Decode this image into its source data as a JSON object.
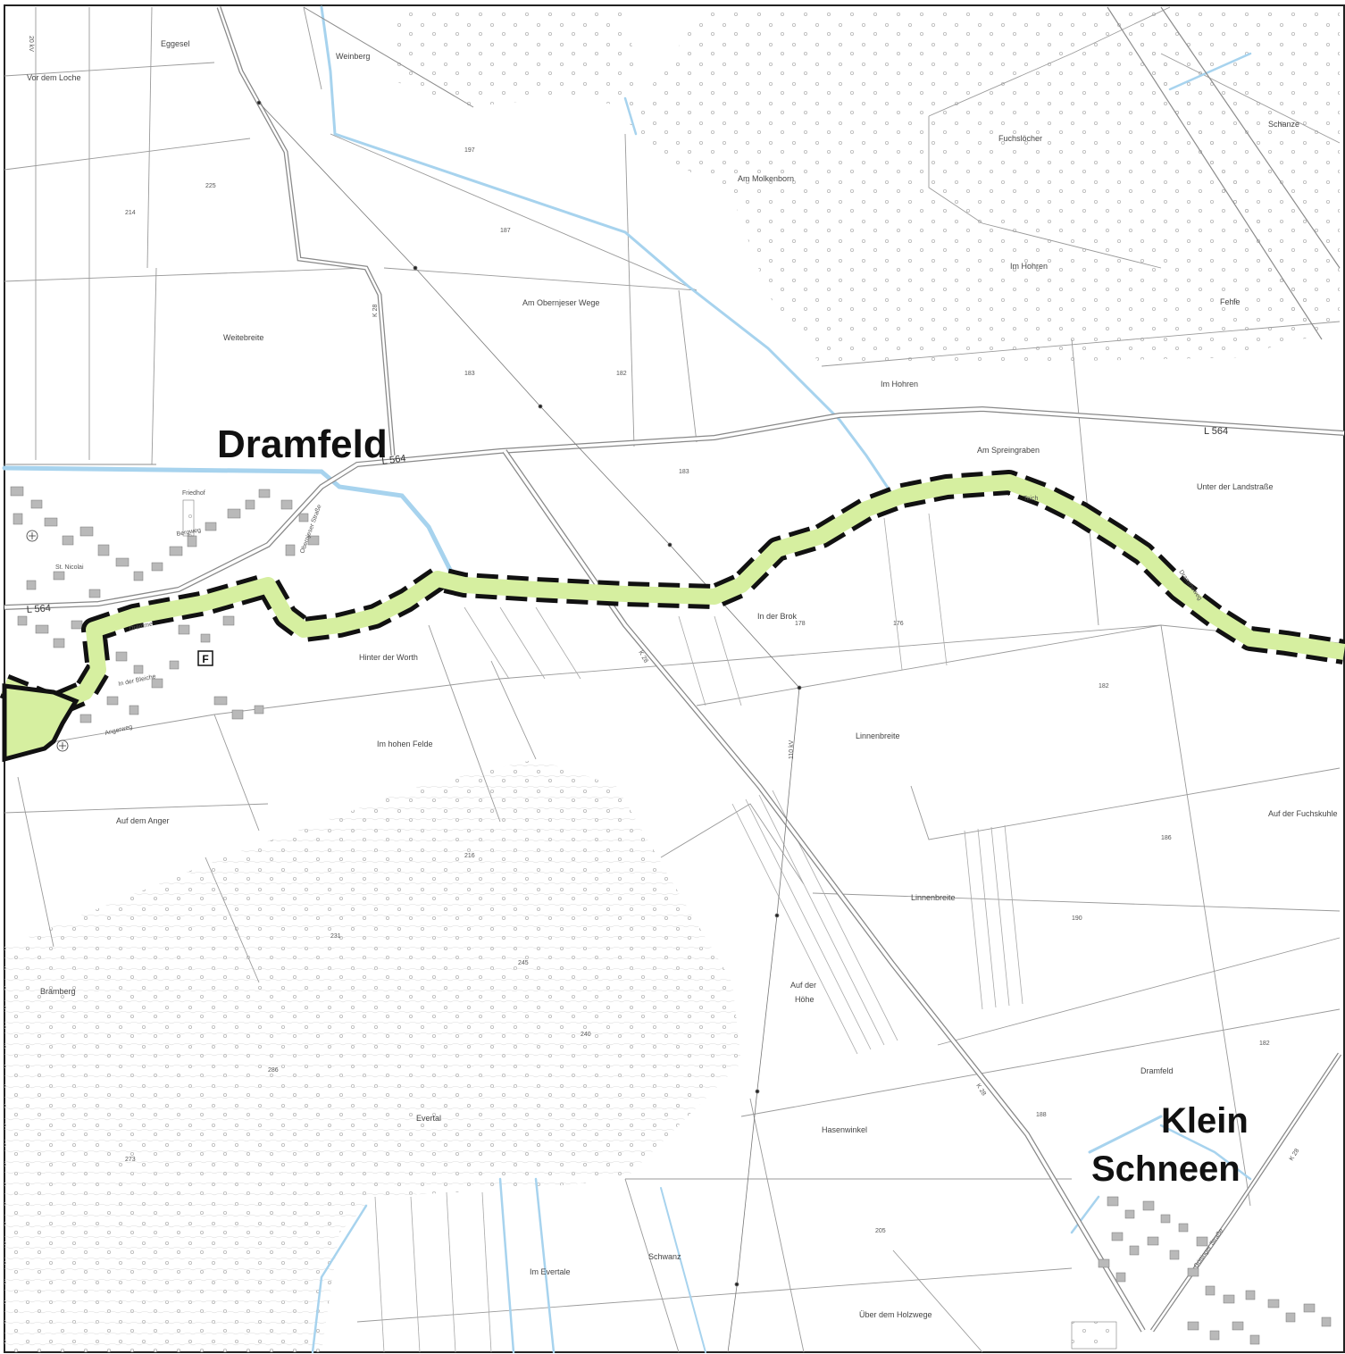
{
  "towns": {
    "dramfeld": "Dramfeld",
    "klein": "Klein",
    "schneen": "Schneen"
  },
  "roads": {
    "l564_east": "L 564",
    "l564_west": "L 564",
    "l564_town": "L 564",
    "k28_mid": "K 28",
    "k28_south": "K 28",
    "k28_north": "K 28",
    "k28_east": "K 28"
  },
  "power_lines": {
    "kv20": "20 kV",
    "kv110": "110 kV"
  },
  "field_names": {
    "eggesel": "Eggesel",
    "vor_dem_loche": "Vor dem Loche",
    "weinberg": "Weinberg",
    "am_molkenborn": "Am Molkenborn",
    "fuchsloecher": "Fuchslöcher",
    "schanze": "Schanze",
    "im_hohren_n": "Im Hohren",
    "fehle": "Fehle",
    "weitebreite": "Weitebreite",
    "am_obernjeser_wege": "Am Obernjeser Wege",
    "im_hohren_s": "Im Hohren",
    "am_spreingraben": "Am Spreingraben",
    "unter_der_landstrasse": "Unter der Landstraße",
    "in_der_brok": "In der Brok",
    "hinter_der_worth": "Hinter der Worth",
    "im_hohen_felde": "Im hohen Felde",
    "linnenbreite_1": "Linnenbreite",
    "linnenbreite_2": "Linnenbreite",
    "auf_der_fuchskuhle": "Auf der Fuchskuhle",
    "auf_dem_anger": "Auf dem Anger",
    "auf_der_hoehe_1": "Auf der",
    "auf_der_hoehe_2": "Höhe",
    "bramberg": "Bramberg",
    "dramfeld_field": "Dramfeld",
    "evertal": "Evertal",
    "hasenwinkel": "Hasenwinkel",
    "im_evertale": "Im Evertale",
    "schwanz": "Schwanz",
    "ueber_dem_holzwege": "Über dem Holzwege"
  },
  "streets": {
    "bergweg": "Bergweg",
    "dramme": "Dramme",
    "in_der_bleiche": "In der Bleiche",
    "angerweg": "Angerweg",
    "st_nicolai": "St. Nicolai",
    "friedhof": "Friedhof",
    "obernjeser_strasse": "Obernjeser Straße",
    "teich": "Teich",
    "klein_schneen_str": "Göttinger Straße",
    "drammeweg": "Drammeweg"
  },
  "marker": {
    "f_label": "F"
  },
  "colors": {
    "corridor_fill": "#d6efa0",
    "corridor_border": "#111111",
    "water": "#a7d3ee",
    "parcel_line": "#9a9a9a",
    "road_line": "#8c8c8c",
    "building": "#b9b9b9"
  }
}
